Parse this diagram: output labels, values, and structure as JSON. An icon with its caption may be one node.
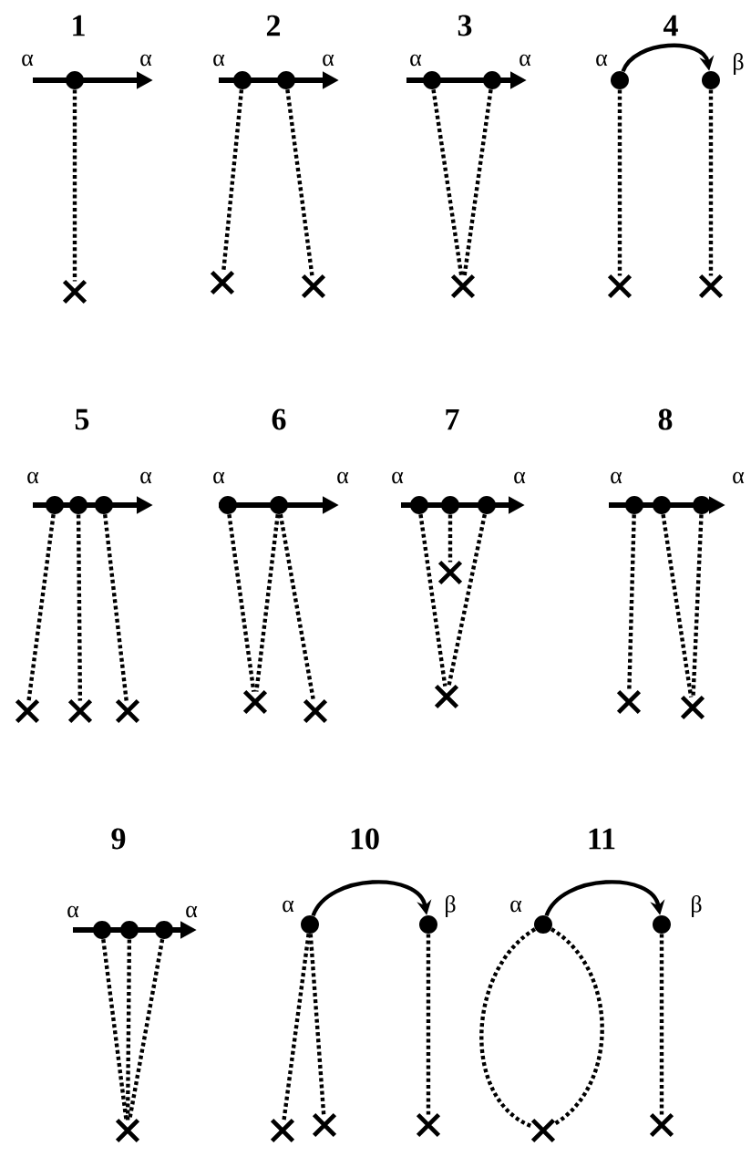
{
  "diagram": {
    "nodes": [
      {
        "text": [],
        "shape": "circle"
      },
      {
        "text": [],
        "shape": "cross"
      },
      {
        "text": [],
        "shape": "circle"
      },
      {
        "text": [],
        "shape": "circle"
      },
      {
        "text": [],
        "shape": "cross"
      },
      {
        "text": [],
        "shape": "cross"
      },
      {
        "text": [],
        "shape": "circle"
      },
      {
        "text": [],
        "shape": "circle"
      },
      {
        "text": [],
        "shape": "cross"
      },
      {
        "text": [],
        "shape": "circle"
      },
      {
        "text": [],
        "shape": "circle"
      },
      {
        "text": [],
        "shape": "cross"
      },
      {
        "text": [],
        "shape": "cross"
      },
      {
        "text": [],
        "shape": "circle"
      },
      {
        "text": [],
        "shape": "circle"
      },
      {
        "text": [],
        "shape": "circle"
      },
      {
        "text": [],
        "shape": "cross"
      },
      {
        "text": [],
        "shape": "cross"
      },
      {
        "text": [],
        "shape": "cross"
      },
      {
        "text": [],
        "shape": "circle"
      },
      {
        "text": [],
        "shape": "circle"
      },
      {
        "text": [],
        "shape": "cross"
      },
      {
        "text": [],
        "shape": "cross"
      },
      {
        "text": [],
        "shape": "circle"
      },
      {
        "text": [],
        "shape": "circle"
      },
      {
        "text": [],
        "shape": "circle"
      },
      {
        "text": [],
        "shape": "cross"
      },
      {
        "text": [],
        "shape": "cross"
      },
      {
        "text": [],
        "shape": "circle"
      },
      {
        "text": [],
        "shape": "circle"
      },
      {
        "text": [],
        "shape": "circle"
      },
      {
        "text": [],
        "shape": "cross"
      },
      {
        "text": [],
        "shape": "cross"
      },
      {
        "text": [],
        "shape": "circle"
      },
      {
        "text": [],
        "shape": "circle"
      },
      {
        "text": [],
        "shape": "circle"
      },
      {
        "text": [],
        "shape": "cross"
      },
      {
        "text": [],
        "shape": "circle"
      },
      {
        "text": [],
        "shape": "circle"
      },
      {
        "text": [],
        "shape": "cross"
      },
      {
        "text": [],
        "shape": "cross"
      },
      {
        "text": [],
        "shape": "cross"
      },
      {
        "text": [],
        "shape": "circle"
      },
      {
        "text": [],
        "shape": "circle"
      },
      {
        "text": [],
        "shape": "cross"
      },
      {
        "text": [],
        "shape": "cross"
      }
    ],
    "edges": [
      {
        "from": 0,
        "to": 1,
        "arrow": "none",
        "style": "dashed"
      },
      {
        "from": 2,
        "to": 4,
        "arrow": "none",
        "style": "dashed"
      },
      {
        "from": 3,
        "to": 5,
        "arrow": "none",
        "style": "dashed"
      },
      {
        "from": 6,
        "to": 8,
        "arrow": "none",
        "style": "dashed"
      },
      {
        "from": 7,
        "to": 8,
        "arrow": "none",
        "style": "dashed"
      },
      {
        "from": 9,
        "to": 10,
        "arrow": "to"
      },
      {
        "from": 9,
        "to": 11,
        "arrow": "none",
        "style": "dashed"
      },
      {
        "from": 10,
        "to": 12,
        "arrow": "none",
        "style": "dashed"
      },
      {
        "from": 13,
        "to": 16,
        "arrow": "none",
        "style": "dashed"
      },
      {
        "from": 14,
        "to": 17,
        "arrow": "none",
        "style": "dashed"
      },
      {
        "from": 15,
        "to": 18,
        "arrow": "none",
        "style": "dashed"
      },
      {
        "from": 19,
        "to": 21,
        "arrow": "none",
        "style": "dashed"
      },
      {
        "from": 20,
        "to": 21,
        "arrow": "none",
        "style": "dashed"
      },
      {
        "from": 20,
        "to": 22,
        "arrow": "none",
        "style": "dashed"
      },
      {
        "from": 23,
        "to": 27,
        "arrow": "none",
        "style": "dashed"
      },
      {
        "from": 24,
        "to": 26,
        "arrow": "none",
        "style": "dashed"
      },
      {
        "from": 25,
        "to": 27,
        "arrow": "none",
        "style": "dashed"
      },
      {
        "from": 28,
        "to": 31,
        "arrow": "none",
        "style": "dashed"
      },
      {
        "from": 29,
        "to": 32,
        "arrow": "none",
        "style": "dashed"
      },
      {
        "from": 30,
        "to": 32,
        "arrow": "none",
        "style": "dashed"
      },
      {
        "from": 33,
        "to": 36,
        "arrow": "none",
        "style": "dashed"
      },
      {
        "from": 34,
        "to": 36,
        "arrow": "none",
        "style": "dashed"
      },
      {
        "from": 35,
        "to": 36,
        "arrow": "none",
        "style": "dashed"
      },
      {
        "from": 37,
        "to": 38,
        "arrow": "to"
      },
      {
        "from": 37,
        "to": 39,
        "arrow": "none",
        "style": "dashed"
      },
      {
        "from": 37,
        "to": 40,
        "arrow": "none",
        "style": "dashed"
      },
      {
        "from": 38,
        "to": 41,
        "arrow": "none",
        "style": "dashed"
      },
      {
        "from": 42,
        "to": 43,
        "arrow": "to"
      },
      {
        "from": 42,
        "to": 44,
        "arrow": "none",
        "style": "dashed"
      },
      {
        "from": 42,
        "to": 44,
        "arrow": "none",
        "style": "dashed"
      },
      {
        "from": 43,
        "to": 45,
        "arrow": "none",
        "style": "dashed"
      }
    ],
    "labels": [
      "1",
      "α",
      "α",
      "2",
      "α",
      "α",
      "3",
      "α",
      "α",
      "4",
      "α",
      "β",
      "5",
      "α",
      "α",
      "6",
      "α",
      "α",
      "7",
      "α",
      "α",
      "8",
      "α",
      "α",
      "9",
      "α",
      "α",
      "10",
      "α",
      "β",
      "11",
      "α",
      "β"
    ]
  }
}
